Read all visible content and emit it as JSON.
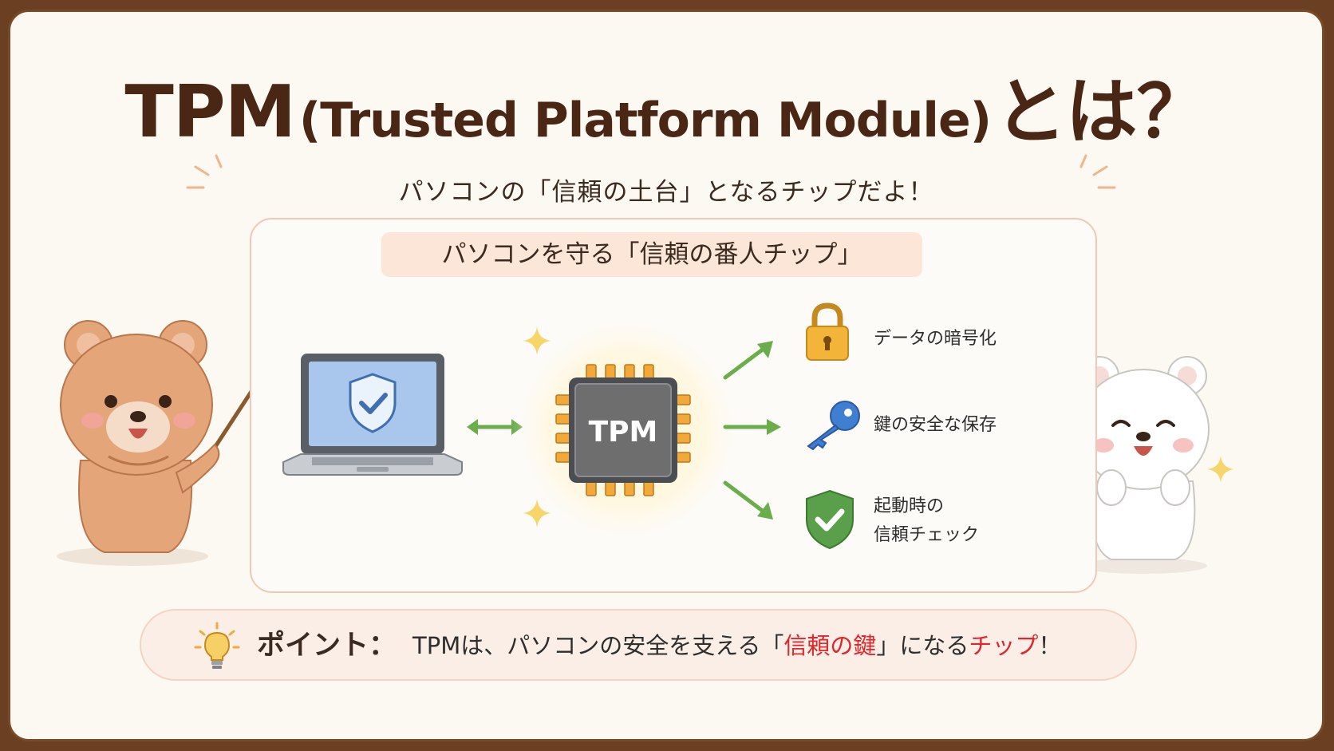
{
  "title": {
    "main": "TPM",
    "paren": "(Trusted Platform Module)",
    "suffix": "とは？"
  },
  "subtitle": "パソコンの「信頼の土台」となるチップだよ！",
  "panel": {
    "label": "パソコンを守る「信頼の番人チップ」",
    "chip_label": "TPM",
    "features": [
      {
        "icon": "padlock-icon",
        "text": "データの暗号化"
      },
      {
        "icon": "key-icon",
        "text": "鍵の安全な保存"
      },
      {
        "icon": "shield-check-icon",
        "line1": "起動時の",
        "line2": "信頼チェック"
      }
    ]
  },
  "point": {
    "label": "ポイント：",
    "pre": "TPMは、パソコンの安全を支える「",
    "hl1": "信頼の鍵",
    "mid": "」になる",
    "hl2": "チップ",
    "post": "！"
  },
  "colors": {
    "title": "#4a2614",
    "border": "#7a4a28",
    "highlight": "#e0262b",
    "arrow": "#6aad4a",
    "chip": "#6e6e6e",
    "pins": "#f2a93b",
    "shield_green": "#5aa04a",
    "key_blue": "#3f7ed0",
    "lock_gold": "#f2b53a"
  }
}
